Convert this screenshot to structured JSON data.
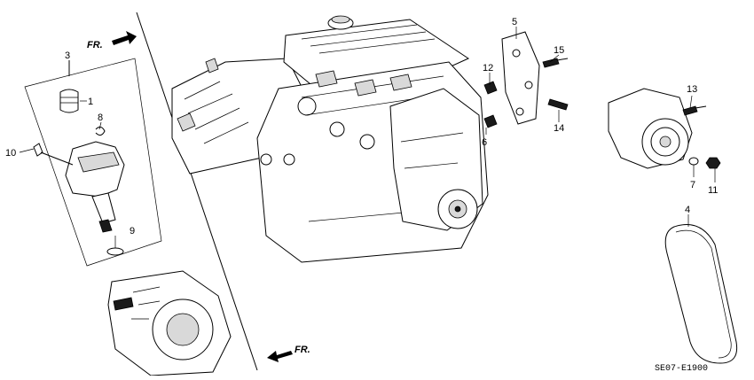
{
  "diagram": {
    "code": "SE07-E1900",
    "direction_labels": [
      "FR.",
      "FR."
    ],
    "callouts": [
      "1",
      "3",
      "4",
      "5",
      "6",
      "7",
      "8",
      "9",
      "10",
      "11",
      "12",
      "13",
      "14",
      "15"
    ]
  }
}
